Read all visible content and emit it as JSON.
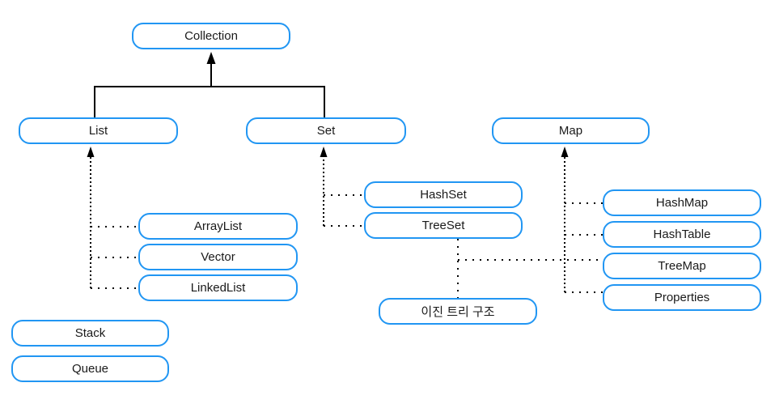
{
  "nodes": {
    "collection": {
      "label": "Collection"
    },
    "list": {
      "label": "List"
    },
    "set": {
      "label": "Set"
    },
    "map": {
      "label": "Map"
    },
    "arraylist": {
      "label": "ArrayList"
    },
    "vector": {
      "label": "Vector"
    },
    "linkedlist": {
      "label": "LinkedList"
    },
    "hashset": {
      "label": "HashSet"
    },
    "treeset": {
      "label": "TreeSet"
    },
    "binarytree": {
      "label": "이진 트리 구조"
    },
    "hashmap": {
      "label": "HashMap"
    },
    "hashtable": {
      "label": "HashTable"
    },
    "treemap": {
      "label": "TreeMap"
    },
    "properties": {
      "label": "Properties"
    },
    "stack": {
      "label": "Stack"
    },
    "queue": {
      "label": "Queue"
    }
  },
  "edges": [
    {
      "from": "List",
      "to": "Collection",
      "style": "solid-arrow"
    },
    {
      "from": "Set",
      "to": "Collection",
      "style": "solid-arrow"
    },
    {
      "from": "ArrayList",
      "to": "List",
      "style": "dotted-arrow"
    },
    {
      "from": "Vector",
      "to": "List",
      "style": "dotted-arrow"
    },
    {
      "from": "LinkedList",
      "to": "List",
      "style": "dotted-arrow"
    },
    {
      "from": "HashSet",
      "to": "Set",
      "style": "dotted-arrow"
    },
    {
      "from": "TreeSet",
      "to": "Set",
      "style": "dotted-arrow"
    },
    {
      "from": "HashMap",
      "to": "Map",
      "style": "dotted-arrow"
    },
    {
      "from": "HashTable",
      "to": "Map",
      "style": "dotted-arrow"
    },
    {
      "from": "TreeMap",
      "to": "Map",
      "style": "dotted-arrow"
    },
    {
      "from": "Properties",
      "to": "Map",
      "style": "dotted-arrow"
    },
    {
      "from": "TreeSet",
      "to": "이진 트리 구조",
      "style": "dotted"
    },
    {
      "from": "TreeMap",
      "to": "이진 트리 구조",
      "style": "dotted"
    }
  ],
  "colors": {
    "node_border": "#2196F3",
    "node_text": "#1a1a1a",
    "connector": "#000000",
    "background": "#ffffff"
  }
}
